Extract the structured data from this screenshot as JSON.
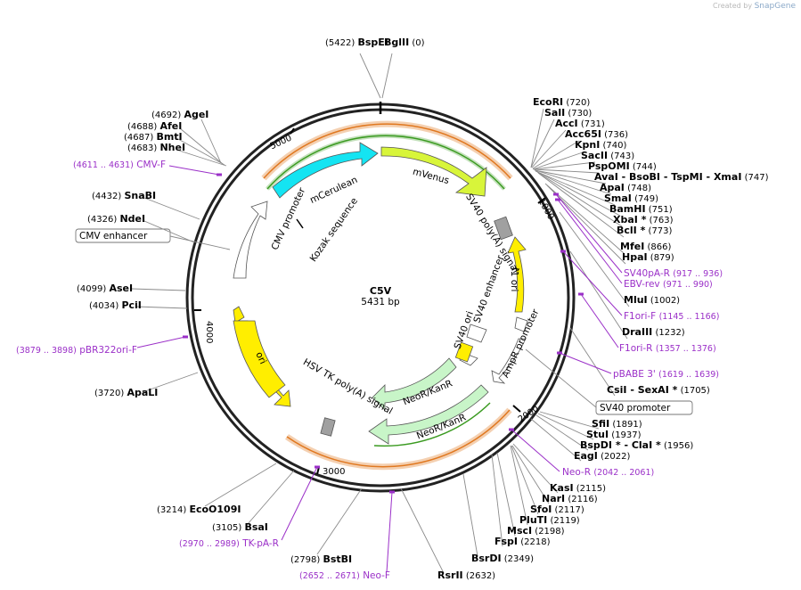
{
  "watermark": {
    "prefix": "Created by",
    "brand": "SnapGene"
  },
  "plasmid": {
    "name": "C5V",
    "size": "5431 bp"
  },
  "ticks": [
    "1000",
    "2000",
    "3000",
    "4000",
    "5000"
  ],
  "features": [
    "mVenus",
    "mCerulean",
    "CMV promoter",
    "Kozak sequence",
    "SV40 poly(A) signal",
    "f1 ori",
    "SV40 enhancer",
    "SV40 ori",
    "AmpR promoter",
    "NeoR/KanR",
    "NeoR/KanR",
    "HSV TK poly(A) signal",
    "ori"
  ],
  "boxed_labels": [
    "CMV enhancer",
    "SV40 promoter"
  ],
  "enzymes": [
    {
      "name": "BspEI",
      "pos": "(5422)"
    },
    {
      "name": "BglII",
      "pos": "(0)"
    },
    {
      "name": "EcoRI",
      "pos": "(720)"
    },
    {
      "name": "SalI",
      "pos": "(730)"
    },
    {
      "name": "AccI",
      "pos": "(731)"
    },
    {
      "name": "Acc65I",
      "pos": "(736)"
    },
    {
      "name": "KpnI",
      "pos": "(740)"
    },
    {
      "name": "SacII",
      "pos": "(743)"
    },
    {
      "name": "PspOMI",
      "pos": "(744)"
    },
    {
      "name": "AvaI  - BsoBI  - TspMI  - XmaI",
      "pos": "(747)"
    },
    {
      "name": "ApaI",
      "pos": "(748)"
    },
    {
      "name": "SmaI",
      "pos": "(749)"
    },
    {
      "name": "BamHI",
      "pos": "(751)"
    },
    {
      "name": "XbaI *",
      "pos": "(763)"
    },
    {
      "name": "BclI *",
      "pos": "(773)"
    },
    {
      "name": "MfeI",
      "pos": "(866)"
    },
    {
      "name": "HpaI",
      "pos": "(879)"
    },
    {
      "name": "MluI",
      "pos": "(1002)"
    },
    {
      "name": "DraIII",
      "pos": "(1232)"
    },
    {
      "name": "CsiI  - SexAI *",
      "pos": "(1705)"
    },
    {
      "name": "SfiI",
      "pos": "(1891)"
    },
    {
      "name": "StuI",
      "pos": "(1937)"
    },
    {
      "name": "BspDI *  - ClaI *",
      "pos": "(1956)"
    },
    {
      "name": "EagI",
      "pos": "(2022)"
    },
    {
      "name": "KasI",
      "pos": "(2115)"
    },
    {
      "name": "NarI",
      "pos": "(2116)"
    },
    {
      "name": "SfoI",
      "pos": "(2117)"
    },
    {
      "name": "PluTI",
      "pos": "(2119)"
    },
    {
      "name": "MscI",
      "pos": "(2198)"
    },
    {
      "name": "FspI",
      "pos": "(2218)"
    },
    {
      "name": "BsrDI",
      "pos": "(2349)"
    },
    {
      "name": "RsrII",
      "pos": "(2632)"
    },
    {
      "name": "BstBI",
      "pos": "(2798)"
    },
    {
      "name": "BsaI",
      "pos": "(3105)"
    },
    {
      "name": "EcoO109I",
      "pos": "(3214)"
    },
    {
      "name": "ApaLI",
      "pos": "(3720)"
    },
    {
      "name": "PciI",
      "pos": "(4034)"
    },
    {
      "name": "AseI",
      "pos": "(4099)"
    },
    {
      "name": "NdeI",
      "pos": "(4326)"
    },
    {
      "name": "SnaBI",
      "pos": "(4432)"
    },
    {
      "name": "NheI",
      "pos": "(4683)"
    },
    {
      "name": "BmtI",
      "pos": "(4687)"
    },
    {
      "name": "AfeI",
      "pos": "(4688)"
    },
    {
      "name": "AgeI",
      "pos": "(4692)"
    }
  ],
  "primers": [
    {
      "name": "SV40pA-R",
      "range": "(917 .. 936)"
    },
    {
      "name": "EBV-rev",
      "range": "(971 .. 990)"
    },
    {
      "name": "F1ori-F",
      "range": "(1145 .. 1166)"
    },
    {
      "name": "F1ori-R",
      "range": "(1357 .. 1376)"
    },
    {
      "name": "pBABE 3'",
      "range": "(1619 .. 1639)"
    },
    {
      "name": "Neo-R",
      "range": "(2042 .. 2061)"
    },
    {
      "name": "Neo-F",
      "range": "(2652 .. 2671)"
    },
    {
      "name": "TK-pA-R",
      "range": "(2970 .. 2989)"
    },
    {
      "name": "pBR322ori-F",
      "range": "(3879 .. 3898)"
    },
    {
      "name": "CMV-F",
      "range": "(4611 .. 4631)"
    }
  ],
  "colors": {
    "mvenus": "#d8f53a",
    "mcerulean": "#14e4f2",
    "f1ori": "#ffee00",
    "ori": "#ffee00",
    "neo": "#c8f5c8",
    "orf_orange": "#e07820",
    "orf_green": "#3a9a20",
    "primer": "#9b30c8",
    "backbone": "#222222"
  }
}
